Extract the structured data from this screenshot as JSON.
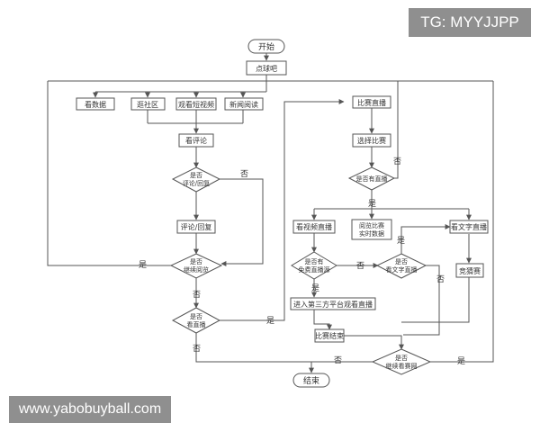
{
  "flowchart": {
    "nodes": {
      "start": "开始",
      "click": "点球吧",
      "view_data": "看数据",
      "community": "逛社区",
      "watch_short_video": "观看短视频",
      "read_news": "新闻阅读",
      "view_comments": "看评论",
      "decision_comment_reply": [
        "是否",
        "评论/回复"
      ],
      "comment_reply": "评论/回复",
      "decision_continue_browse": [
        "是否",
        "继续阅览"
      ],
      "decision_watch_live": [
        "是否",
        "看直播"
      ],
      "match_live": "比赛直播",
      "choose_match": "选择比赛",
      "decision_has_live": "是否有直播",
      "watch_video_live": "看视频直播",
      "browse_realtime_data": [
        "阅览比赛",
        "实时数据"
      ],
      "text_live": "看文字直播",
      "decision_free_video": [
        "是否有",
        "免费直播源"
      ],
      "decision_text_live": [
        "是否",
        "看文字直播"
      ],
      "third_party_live": "进入第三方平台观看直播",
      "guessing": "竞猜赛",
      "match_end": "比赛结束",
      "decision_continue_watch": [
        "是否",
        "继续看赛网"
      ],
      "end": "结束"
    },
    "edge_labels": {
      "yes": "是",
      "no": "否"
    }
  },
  "watermarks": {
    "top_right": "TG: MYYJJPP",
    "bottom_left": "www.yabobuyball.com"
  },
  "colors": {
    "line": "#555555",
    "box_fill": "#ffffff",
    "watermark_bg": "#8f8f8f",
    "watermark_text": "#ffffff"
  }
}
